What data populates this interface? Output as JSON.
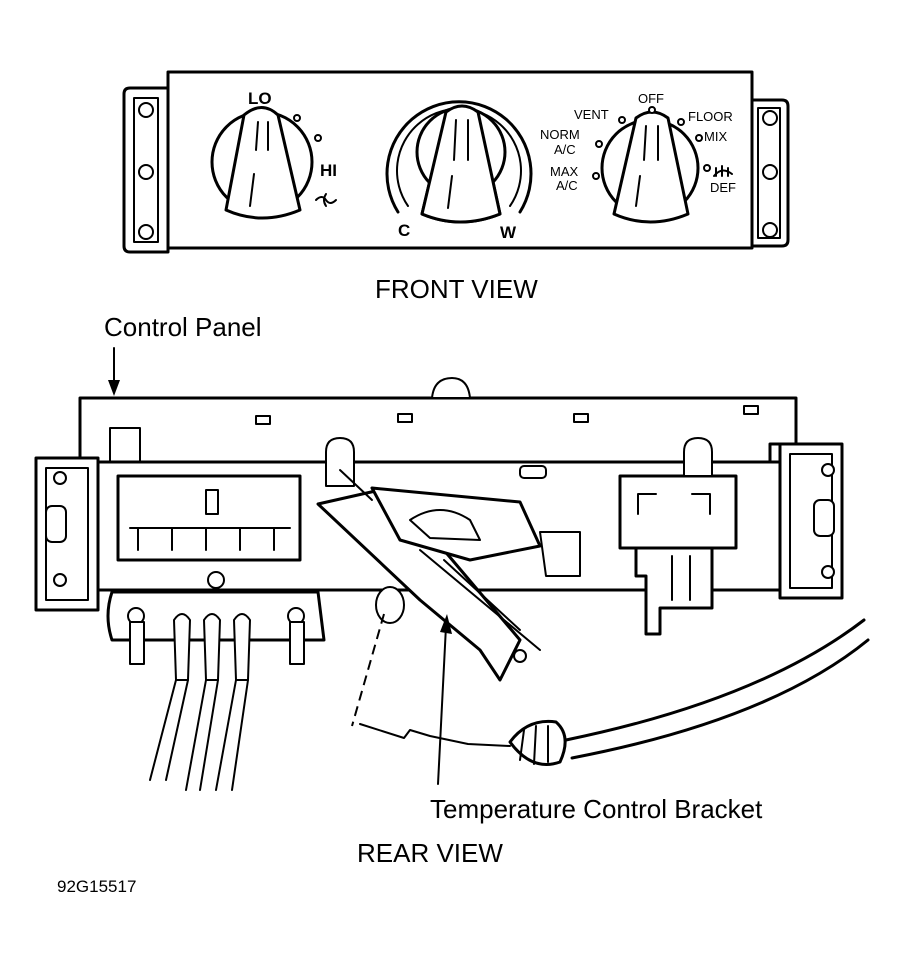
{
  "front_view": {
    "caption": "FRONT VIEW",
    "fan_knob": {
      "low": "LO",
      "high": "HI"
    },
    "temp_knob": {
      "cold": "C",
      "warm": "W"
    },
    "mode_knob": {
      "off": "OFF",
      "vent": "VENT",
      "norm_ac_1": "NORM",
      "norm_ac_2": "A/C",
      "max_ac_1": "MAX",
      "max_ac_2": "A/C",
      "floor": "FLOOR",
      "mix": "MIX",
      "def": "DEF"
    }
  },
  "rear_view": {
    "caption": "REAR VIEW",
    "callout_control_panel": "Control Panel",
    "callout_temp_bracket": "Temperature Control Bracket"
  },
  "figure_id": "92G15517"
}
